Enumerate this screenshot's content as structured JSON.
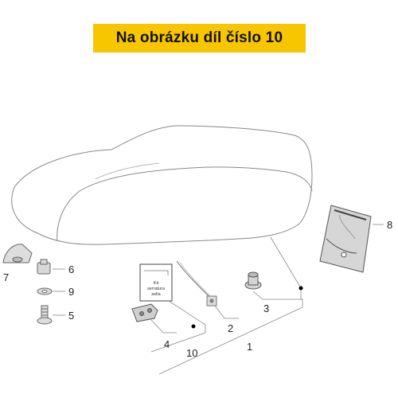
{
  "banner": {
    "text": "Na obrázku díl číslo 10",
    "color": "#f7c600"
  },
  "callouts": {
    "p1": "1",
    "p2": "2",
    "p3": "3",
    "p4": "4",
    "p5": "5",
    "p6": "6",
    "p7": "7",
    "p8": "8",
    "p9": "9",
    "p10": "10"
  },
  "kit_box": {
    "line1": "Kit",
    "line2": "serratura",
    "line3": "sella"
  }
}
